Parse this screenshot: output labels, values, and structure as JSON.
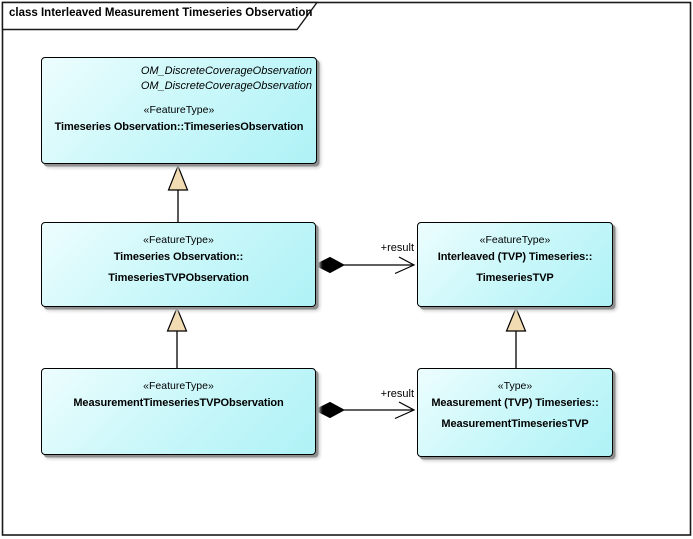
{
  "frame": {
    "kind": "class diagram",
    "title": "class Interleaved Measurement Timeseries Observation"
  },
  "classes": {
    "timeseries_observation": {
      "inherits_note": [
        "OM_DiscreteCoverageObservation",
        "OM_DiscreteCoverageObservation"
      ],
      "stereotype": "«FeatureType»",
      "name_lines": [
        "Timeseries Observation::TimeseriesObservation"
      ]
    },
    "timeseries_tvp_observation": {
      "stereotype": "«FeatureType»",
      "name_lines": [
        "Timeseries Observation::",
        "TimeseriesTVPObservation"
      ]
    },
    "timeseries_tvp": {
      "stereotype": "«FeatureType»",
      "name_lines": [
        "Interleaved (TVP) Timeseries::",
        "TimeseriesTVP"
      ]
    },
    "measurement_timeseries_tvp_observation": {
      "stereotype": "«FeatureType»",
      "name_lines": [
        "MeasurementTimeseriesTVPObservation"
      ]
    },
    "measurement_timeseries_tvp": {
      "stereotype": "«Type»",
      "name_lines": [
        "Measurement (TVP) Timeseries::",
        "MeasurementTimeseriesTVP"
      ]
    }
  },
  "connectors": {
    "result_mid": {
      "type": "composition",
      "label": "+result"
    },
    "result_bottom": {
      "type": "composition",
      "label": "+result"
    },
    "generalization_count": "3"
  },
  "colors": {
    "class_fill_light": "#edfdfe",
    "class_fill_dark": "#aef2f6",
    "class_border": "#000000",
    "generalization_triangle_fill": "#f0dbb2",
    "composition_diamond_fill": "#000000",
    "line": "#000000",
    "background": "#ffffff"
  }
}
